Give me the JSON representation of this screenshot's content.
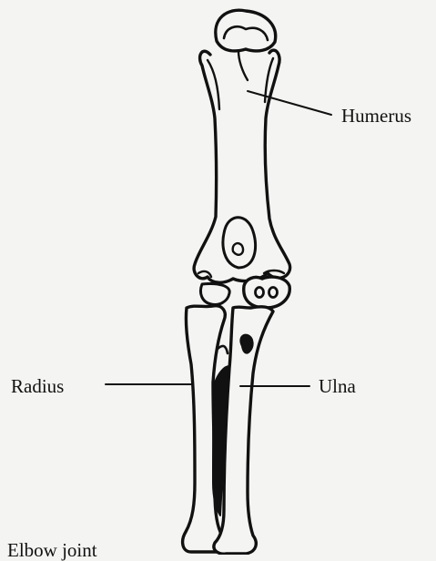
{
  "diagram": {
    "labels": {
      "humerus": "Humerus",
      "radius": "Radius",
      "ulna": "Ulna"
    },
    "caption": "Elbow joint"
  }
}
